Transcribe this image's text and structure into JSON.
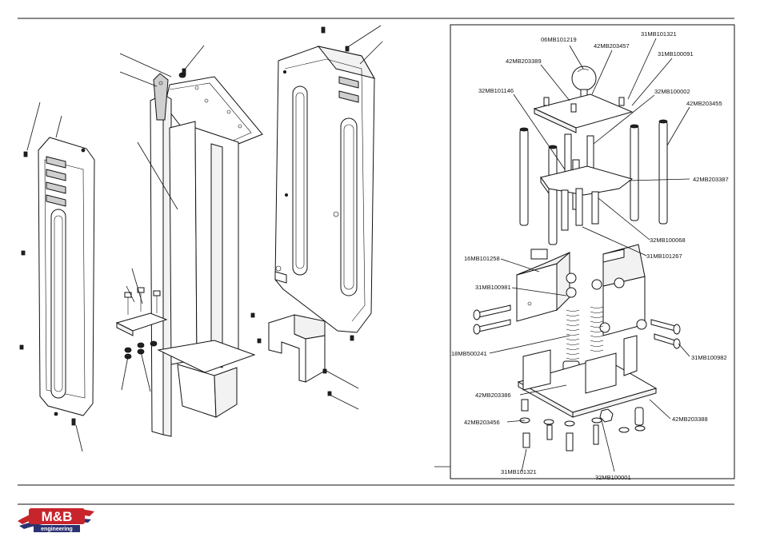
{
  "brand": {
    "name": "M&B",
    "subtitle": "engineering",
    "colors": {
      "red": "#c8242b",
      "navy": "#2a3270"
    }
  },
  "detail": {
    "callouts": [
      "06MB101219",
      "31MB101321",
      "42MB203457",
      "31MB100091",
      "42MB203389",
      "32MB101146",
      "32MB100002",
      "42MB203455",
      "42MB203387",
      "32MB100068",
      "31MB101267",
      "16MB101258",
      "31MB100981",
      "18MB500241",
      "31MB100982",
      "42MB203386",
      "42MB203456",
      "42MB203388",
      "31MB101321",
      "32MB100001"
    ]
  }
}
